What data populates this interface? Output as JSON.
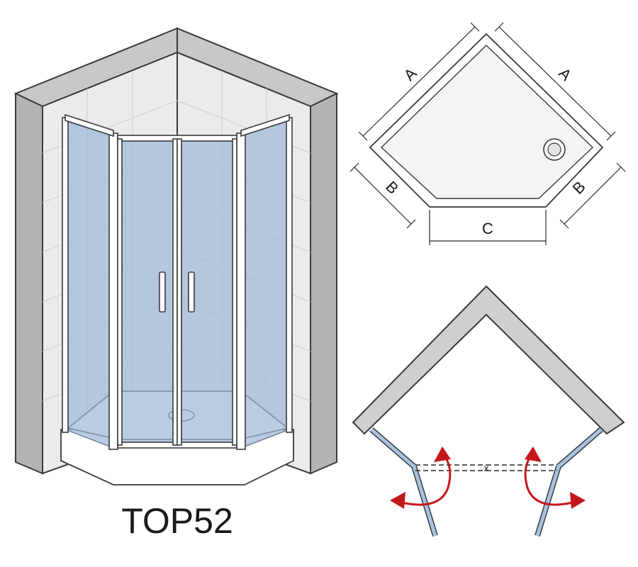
{
  "product": {
    "model_label": "TOP52"
  },
  "tray_plan": {
    "dimension_labels": {
      "a_left": "A",
      "a_right": "A",
      "b_left": "B",
      "b_right": "B",
      "c_bottom": "C"
    }
  },
  "door_plan": {
    "center_marker": "x"
  },
  "colors": {
    "glass": "#9fb8d8",
    "wall": "#c8c8c8",
    "swing_arrow": "#c4171d"
  }
}
